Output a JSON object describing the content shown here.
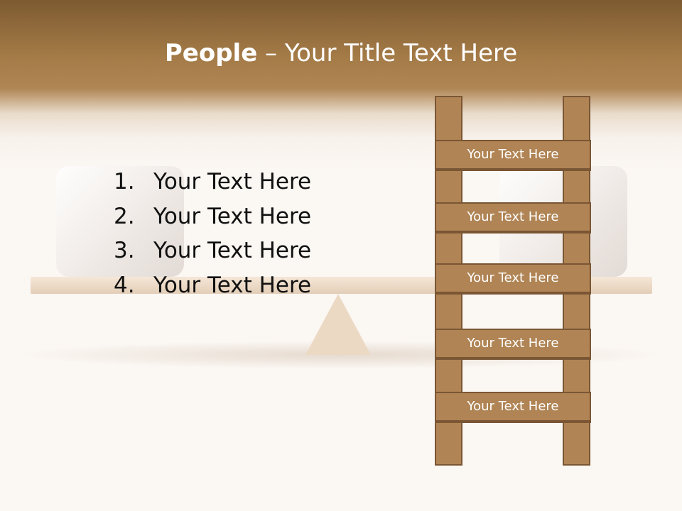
{
  "title": {
    "bold": "People",
    "rest": " – Your Title Text Here"
  },
  "list": [
    {
      "num": "1.",
      "text": "Your Text Here"
    },
    {
      "num": "2.",
      "text": "Your Text Here"
    },
    {
      "num": "3.",
      "text": "Your Text Here"
    },
    {
      "num": "4.",
      "text": "Your Text Here"
    }
  ],
  "ladder": {
    "rungs": [
      "Your Text Here",
      "Your Text Here",
      "Your Text Here",
      "Your Text Here",
      "Your Text Here"
    ]
  },
  "colors": {
    "ladder_wood": "#b08454",
    "ladder_outline": "#7a5634",
    "header": "#a47b47"
  }
}
